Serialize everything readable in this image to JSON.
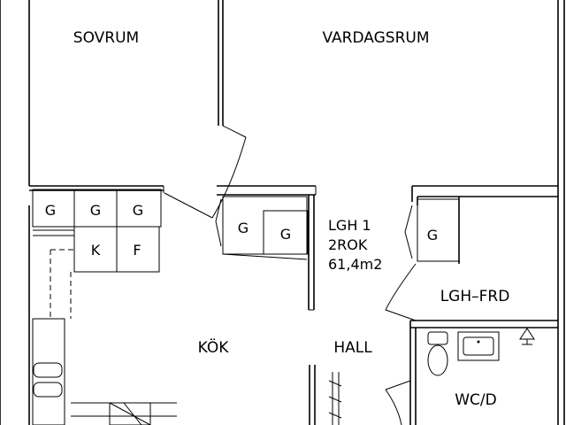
{
  "rooms": {
    "sovrum": "SOVRUM",
    "vardagsrum": "VARDAGSRUM",
    "kok": "KÖK",
    "hall": "HALL",
    "lgh_frd": "LGH–FRD",
    "wc": "WC/D"
  },
  "apartment": {
    "line1": "LGH 1",
    "line2": "2ROK",
    "line3": "61,4m2"
  },
  "fixtures": {
    "g": "G",
    "k": "K",
    "f": "F"
  }
}
